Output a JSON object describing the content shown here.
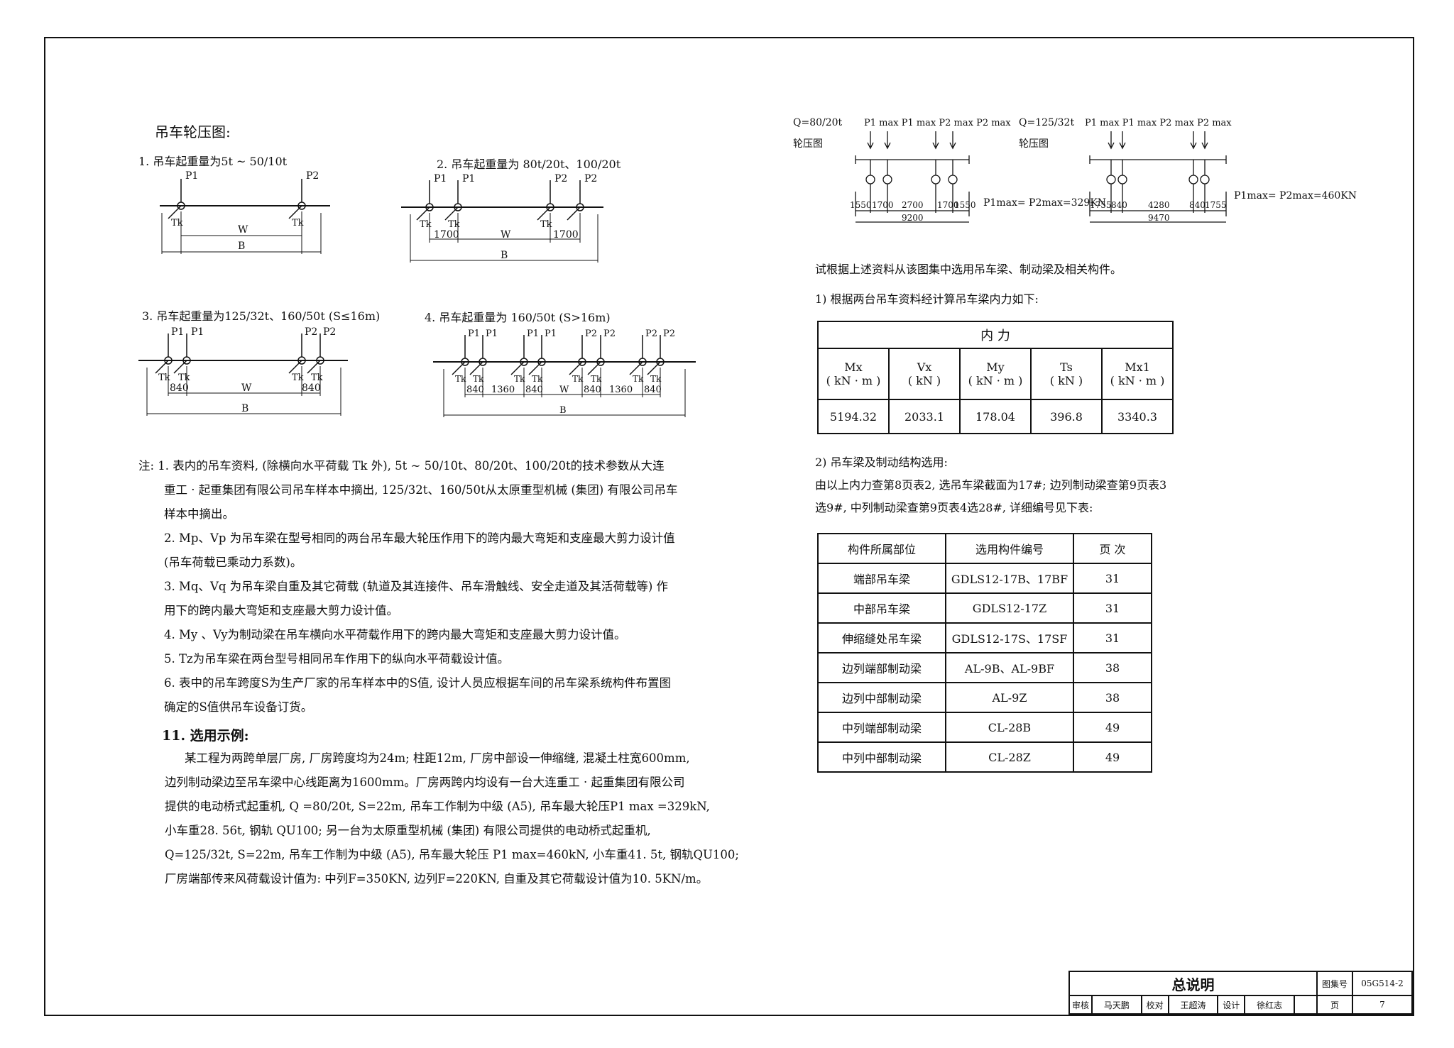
{
  "wheel": {
    "heading": "吊车轮压图:",
    "d1_title": "1. 吊车起重量为5t ~ 50/10t",
    "d2_title": "2. 吊车起重量为 80t/20t、100/20t",
    "d3_title": "3. 吊车起重量为125/32t、160/50t (S≤16m)",
    "d4_title": "4. 吊车起重量为 160/50t (S>16m)",
    "p1": "P1",
    "p2": "P2",
    "tk": "Tk",
    "w": "W",
    "b": "B",
    "d2_dim": "1700",
    "d3_dim": "840",
    "d4_dim1": "840",
    "d4_dim2": "1360"
  },
  "right_diagrams": {
    "left": {
      "label1": "Q=80/20t",
      "label2": "轮压图",
      "loads": "P1 max P1 max  P2 max P2 max",
      "dims": [
        "1550",
        "1700",
        "2700",
        "1700",
        "1550"
      ],
      "total": "9200",
      "result": "P1max= P2max=329KN"
    },
    "right": {
      "label1": "Q=125/32t",
      "label2": "轮压图",
      "loads": "P1 max P1 max      P2 max P2 max",
      "dims": [
        "1755",
        "840",
        "4280",
        "840",
        "1755"
      ],
      "total": "9470",
      "result": "P1max= P2max=460KN"
    }
  },
  "selection": {
    "intro": "试根据上述资料从该图集中选用吊车梁、制动梁及相关构件。",
    "step1": "1) 根据两台吊车资料经计算吊车梁内力如下:",
    "forces_title": "内    力",
    "forces_headers": [
      {
        "sym": "Mx",
        "unit": "( kN · m )"
      },
      {
        "sym": "Vx",
        "unit": "( kN )"
      },
      {
        "sym": "My",
        "unit": "( kN · m )"
      },
      {
        "sym": "Ts",
        "unit": "( kN )"
      },
      {
        "sym": "Mx1",
        "unit": "( kN · m )"
      }
    ],
    "forces_values": [
      "5194.32",
      "2033.1",
      "178.04",
      "396.8",
      "3340.3"
    ],
    "step2": "2) 吊车梁及制动结构选用:",
    "step2_l1": "由以上内力查第8页表2, 选吊车梁截面为17#; 边列制动梁查第9页表3",
    "step2_l2": "选9#, 中列制动梁查第9页表4选28#, 详细编号见下表:",
    "members_headers": [
      "构件所属部位",
      "选用构件编号",
      "页  次"
    ],
    "members": [
      [
        "端部吊车梁",
        "GDLS12-17B、17BF",
        "31"
      ],
      [
        "中部吊车梁",
        "GDLS12-17Z",
        "31"
      ],
      [
        "伸缩缝处吊车梁",
        "GDLS12-17S、17SF",
        "31"
      ],
      [
        "边列端部制动梁",
        "AL-9B、AL-9BF",
        "38"
      ],
      [
        "边列中部制动梁",
        "AL-9Z",
        "38"
      ],
      [
        "中列端部制动梁",
        "CL-28B",
        "49"
      ],
      [
        "中列中部制动梁",
        "CL-28Z",
        "49"
      ]
    ]
  },
  "notes": {
    "n1a": "注: 1. 表内的吊车资料, (除横向水平荷载 Tk 外), 5t ~ 50/10t、80/20t、100/20t的技术参数从大连",
    "n1b": "重工 · 起重集团有限公司吊车样本中摘出, 125/32t、160/50t从太原重型机械 (集团) 有限公司吊车",
    "n1c": "样本中摘出。",
    "n2a": "2. Mp、Vp 为吊车梁在型号相同的两台吊车最大轮压作用下的跨内最大弯矩和支座最大剪力设计值",
    "n2b": "(吊车荷载已乘动力系数)。",
    "n3a": "3. Mq、Vq 为吊车梁自重及其它荷载 (轨道及其连接件、吊车滑触线、安全走道及其活荷载等) 作",
    "n3b": "用下的跨内最大弯矩和支座最大剪力设计值。",
    "n4": "4. My 、Vy为制动梁在吊车横向水平荷载作用下的跨内最大弯矩和支座最大剪力设计值。",
    "n5": "5. Tz为吊车梁在两台型号相同吊车作用下的纵向水平荷载设计值。",
    "n6a": "6. 表中的吊车跨度S为生产厂家的吊车样本中的S值, 设计人员应根据车间的吊车梁系统构件布置图",
    "n6b": "确定的S值供吊车设备订货。"
  },
  "example": {
    "title": "11. 选用示例:",
    "l1": "某工程为两跨单层厂房, 厂房跨度均为24m; 柱距12m, 厂房中部设一伸缩缝, 混凝土柱宽600mm,",
    "l2": "边列制动梁边至吊车梁中心线距离为1600mm。厂房两跨内均设有一台大连重工 · 起重集团有限公司",
    "l3": "提供的电动桥式起重机, Q =80/20t, S=22m, 吊车工作制为中级 (A5), 吊车最大轮压P1 max =329kN,",
    "l4": "小车重28. 56t, 钢轨 QU100; 另一台为太原重型机械 (集团) 有限公司提供的电动桥式起重机,",
    "l5": "Q=125/32t, S=22m, 吊车工作制为中级 (A5), 吊车最大轮压 P1 max=460kN, 小车重41. 5t, 钢轨QU100;",
    "l6": "厂房端部传来风荷载设计值为: 中列F=350KN, 边列F=220KN, 自重及其它荷载设计值为10. 5KN/m。"
  },
  "title_block": {
    "title": "总说明",
    "atlas_label": "图集号",
    "atlas_no": "05G514-2",
    "review_label": "审核",
    "reviewer": "马天鹏",
    "check_label": "校对",
    "checker": "王超涛",
    "design_label": "设计",
    "designer": "徐红志",
    "page_label": "页",
    "page_no": "7"
  }
}
